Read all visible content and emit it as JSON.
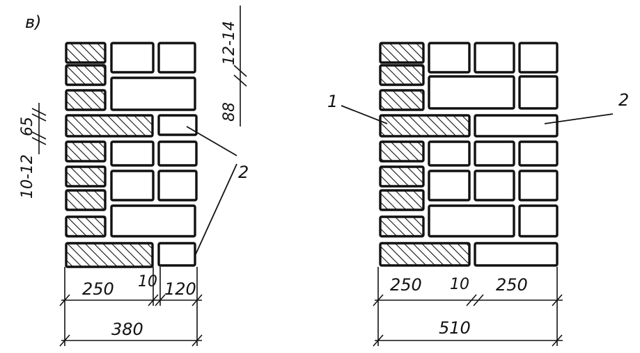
{
  "figure_letter": "в)",
  "left_wall": {
    "width_total": "380",
    "part_a": "250",
    "joint": "10",
    "part_b": "120",
    "vertical_joint": "10-12",
    "brick_height": "65",
    "row_height": "88",
    "row_joint": "12-14"
  },
  "right_wall": {
    "width_total": "510",
    "part_a": "250",
    "joint": "10",
    "part_b": "250"
  },
  "callouts": {
    "one": "1",
    "two_left": "2",
    "two_right": "2"
  }
}
